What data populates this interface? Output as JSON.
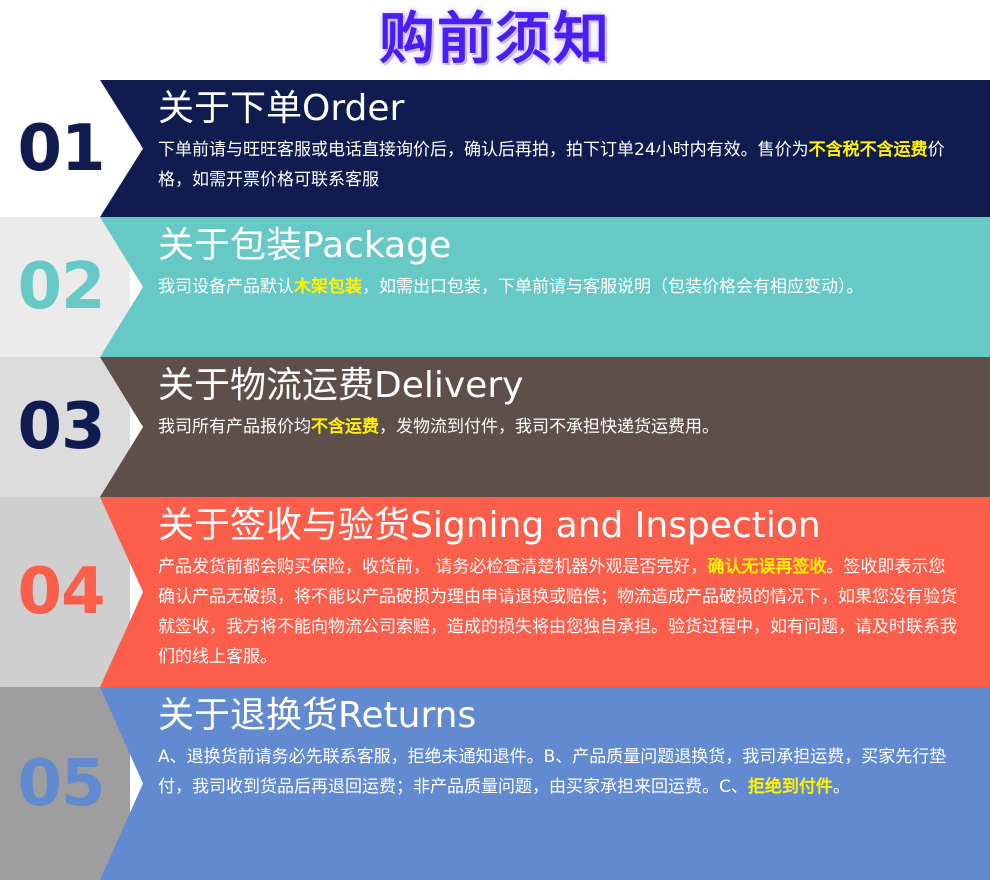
{
  "title": "购前须知",
  "colors": {
    "title": "#4b1df2",
    "highlight": "#fff200",
    "section_01": "#101c50",
    "section_02": "#67c9c5",
    "section_03": "#5e4f4b",
    "section_04": "#fc5e4c",
    "section_05": "#628ad0"
  },
  "sections": [
    {
      "number": "01",
      "heading": "关于下单Order",
      "body": [
        {
          "text": "下单前请与旺旺客服或电话直接询价后，确认后再拍，拍下订单24小时内有效。售价为"
        },
        {
          "text": "不含税不含运费",
          "highlight": true
        },
        {
          "text": "价格，如需开票价格可联系客服"
        }
      ]
    },
    {
      "number": "02",
      "heading": "关于包装Package",
      "body": [
        {
          "text": "我司设备产品默认"
        },
        {
          "text": "木架包装",
          "highlight": true
        },
        {
          "text": "，如需出口包装，下单前请与客服说明（包装价格会有相应变动）。"
        }
      ]
    },
    {
      "number": "03",
      "heading": "关于物流运费Delivery",
      "body": [
        {
          "text": "我司所有产品报价均"
        },
        {
          "text": "不含运费",
          "highlight": true
        },
        {
          "text": "，发物流到付件，我司不承担快递货运费用。"
        }
      ]
    },
    {
      "number": "04",
      "heading": "关于签收与验货Signing and Inspection",
      "body": [
        {
          "text": "产品发货前都会购买保险，收货前， 请务必检查清楚机器外观是否完好，"
        },
        {
          "text": "确认无误再签收",
          "highlight": true
        },
        {
          "text": "。签收即表示您确认产品无破损，将不能以产品破损为理由申请退换或赔偿；物流造成产品破损的情况下，如果您没有验货就签收，我方将不能向物流公司索赔，造成的损失将由您独自承担。验货过程中，如有问题，请及时联系我们的线上客服。"
        }
      ]
    },
    {
      "number": "05",
      "heading": "关于退换货Returns",
      "body": [
        {
          "text": "A、退换货前请务必先联系客服，拒绝未通知退件。B、产品质量问题退换货，我司承担运费，买家先行垫付，我司收到货品后再退回运费；非产品质量问题，由买家承担来回运费。C、"
        },
        {
          "text": "拒绝到付件",
          "highlight": true
        },
        {
          "text": "。"
        }
      ]
    }
  ]
}
